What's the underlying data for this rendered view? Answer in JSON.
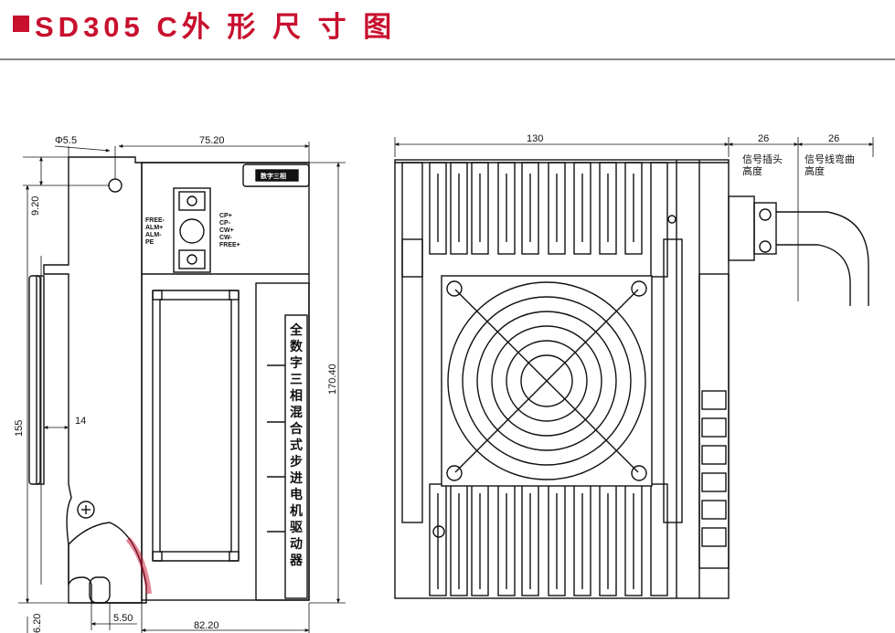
{
  "header": {
    "title": "SD305 C外 形 尺 寸 图",
    "accent_color": "#c8102e"
  },
  "front_view": {
    "dim_hole": "Φ5.5",
    "dim_top_width": "75.20",
    "dim_top_offset": "9.20",
    "dim_height_left": "155",
    "dim_height_right": "170.40",
    "dim_inner": "14",
    "dim_bottom_small": "5.50",
    "dim_bottom_width": "82.20",
    "dim_bottom_left": "6.20",
    "badge": "数字三相",
    "left_terminals": [
      "FREE-",
      "ALM+",
      "ALM-",
      "PE"
    ],
    "right_terminals": [
      "CP+",
      "CP-",
      "CW+",
      "CW-",
      "FREE+"
    ],
    "side_label": [
      "全",
      "数",
      "字",
      "三",
      "相",
      "混",
      "合",
      "式",
      "步",
      "进",
      "电",
      "机",
      "驱",
      "动",
      "器"
    ]
  },
  "side_view": {
    "dim_width": "130",
    "dim_plug": "26",
    "dim_cable": "26",
    "caption_plug": [
      "信号插头",
      "高度"
    ],
    "caption_cable": [
      "信号线弯曲",
      "高度"
    ]
  }
}
